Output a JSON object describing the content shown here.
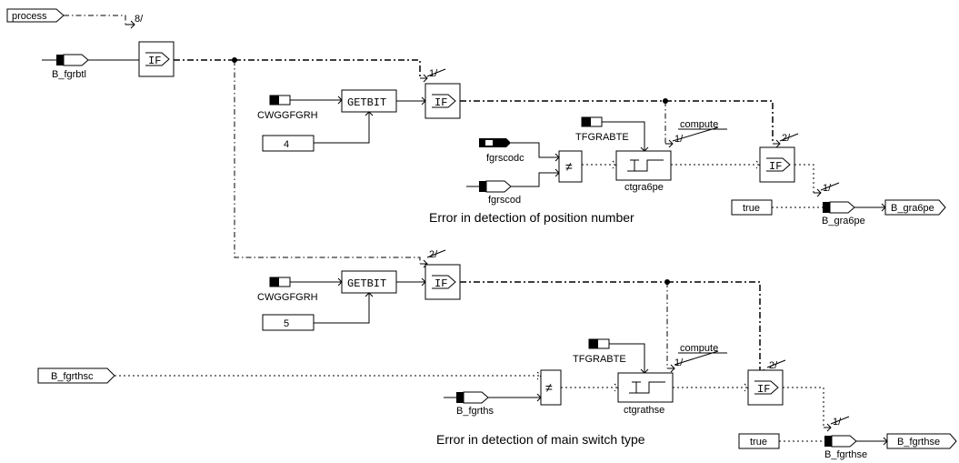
{
  "signals": {
    "process": "process",
    "b_fgrbtl": "B_fgrbtl",
    "cwggfgrh_1": "CWGGFGRH",
    "cwggfgrh_2": "CWGGFGRH",
    "tfgrabte_1": "TFGRABTE",
    "tfgrabte_2": "TFGRABTE",
    "fgrscodc": "fgrscodc",
    "fgrscod": "fgrscod",
    "b_fgrthsc": "B_fgrthsc",
    "b_fgrths": "B_fgrths",
    "b_gra6pe_in": "B_gra6pe",
    "b_gra6pe_out": "B_gra6pe",
    "b_fgrthse_in": "B_fgrthse",
    "b_fgrthse_out": "B_fgrthse"
  },
  "constants": {
    "const_4": "4",
    "const_5": "5",
    "true_1": "true",
    "true_2": "true"
  },
  "blocks": {
    "getbit_1": "GETBIT",
    "getbit_2": "GETBIT",
    "if_label": "IF",
    "neq_symbol": "≠",
    "ctgra6pe": "ctgra6pe",
    "ctgrathse": "ctgrathse"
  },
  "sequence": {
    "s8": "8/",
    "s1a": "1/",
    "s2a": "2/",
    "s1b": "1/",
    "s2b": "2/",
    "s1c": "1/",
    "s1d": "1/",
    "s2c": "2/",
    "s1e": "1/",
    "compute_1": "compute",
    "compute_2": "compute"
  },
  "annotations": {
    "error_position": "Error in detection of position number",
    "error_switch": "Error in detection of main switch type"
  }
}
